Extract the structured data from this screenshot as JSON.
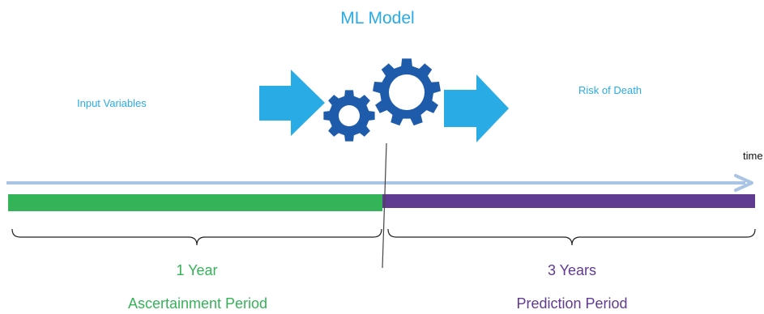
{
  "diagram": {
    "title": "ML Model",
    "input_label": "Input Variables",
    "output_label": "Risk of Death",
    "axis_label": "time",
    "periods": [
      {
        "duration": "1 Year",
        "name": "Ascertainment Period"
      },
      {
        "duration": "3 Years",
        "name": "Prediction Period"
      }
    ]
  },
  "colors": {
    "accent_blue": "#29ace5",
    "gear_blue": "#1e5cab",
    "timeline_arrow": "#a9c4e4",
    "green": "#35b358",
    "purple": "#613a91",
    "divider": "#444444",
    "brace": "#222222"
  },
  "icons": {
    "input_arrow": "right-arrow-icon",
    "gears": "gears-icon",
    "output_arrow": "right-arrow-icon"
  }
}
